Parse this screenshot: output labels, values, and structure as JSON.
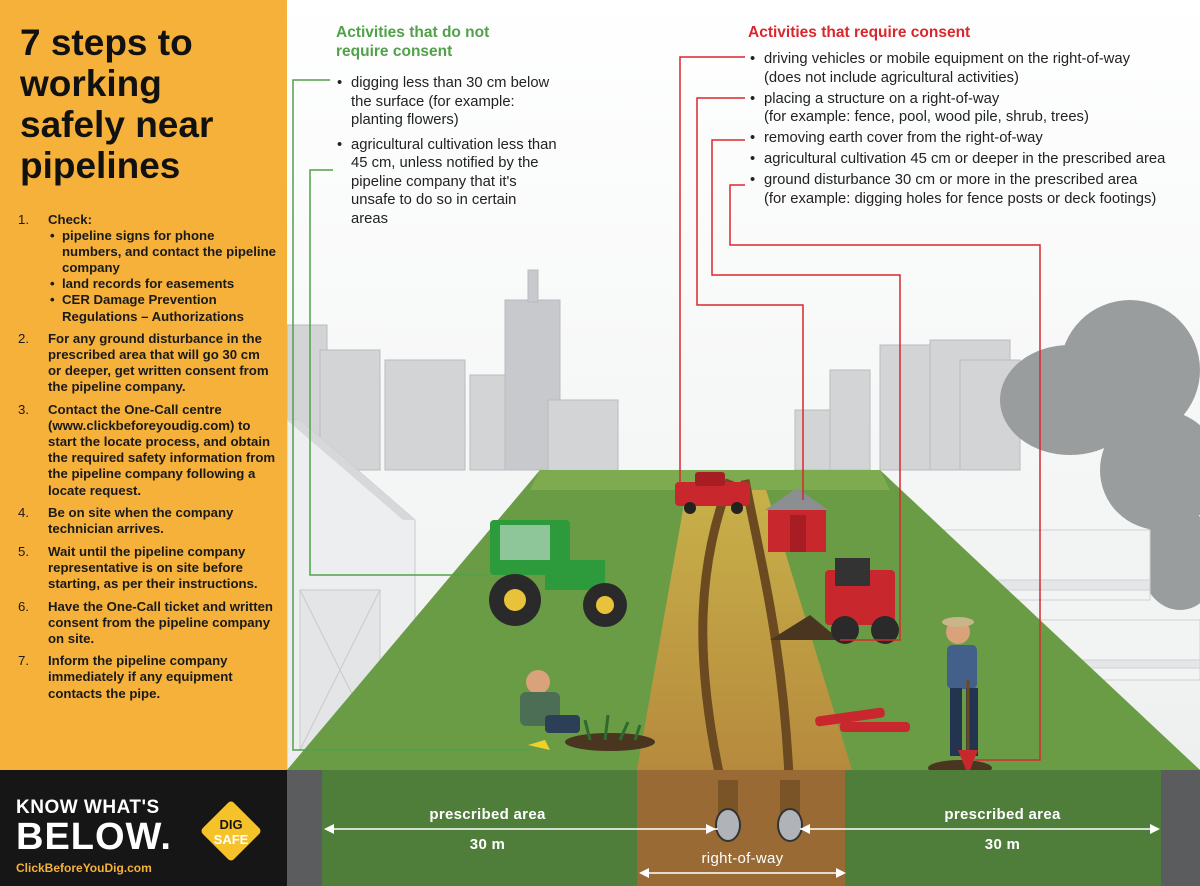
{
  "sidebar": {
    "title_lines": [
      "7 steps to",
      "working",
      "safely near",
      "pipelines"
    ],
    "steps": [
      {
        "num": "1.",
        "text": "Check:",
        "bullets": [
          "pipeline signs for phone numbers, and contact the pipeline company",
          "land records for easements",
          "CER Damage Prevention Regulations – Authorizations"
        ]
      },
      {
        "num": "2.",
        "text": "For any ground disturbance in the prescribed area that will go 30 cm or deeper, get written consent from the pipeline company."
      },
      {
        "num": "3.",
        "text": "Contact the One-Call centre (www.clickbeforeyoudig.com) to start the locate process, and obtain the required safety information from the pipeline company following a locate request."
      },
      {
        "num": "4.",
        "text": "Be on site when the company technician arrives."
      },
      {
        "num": "5.",
        "text": "Wait until the pipeline company representative is on site before starting, as per their instructions."
      },
      {
        "num": "6.",
        "text": "Have the One-Call ticket and written consent from the pipeline company on site."
      },
      {
        "num": "7.",
        "text": "Inform the pipeline company immediately if any equipment contacts the pipe."
      }
    ],
    "banner": {
      "line1": "KNOW WHAT'S",
      "line2": "BELOW.",
      "url": "ClickBeforeYouDig.com"
    },
    "logo": {
      "line1": "DIG",
      "line2": "SAFE"
    }
  },
  "no_consent": {
    "heading": "Activities that do not require consent",
    "items": [
      "digging less than 30 cm below the surface (for example: planting flowers)",
      "agricultural cultivation less than 45 cm, unless notified by the pipeline company that it's unsafe to do so in certain areas"
    ]
  },
  "consent": {
    "heading": "Activities that require consent",
    "items": [
      {
        "main": "driving vehicles or mobile equipment on the right-of-way",
        "sub": "(does not include agricultural activities)"
      },
      {
        "main": "placing a structure on a right-of-way",
        "sub": "(for example: fence, pool, wood pile, shrub, trees)"
      },
      {
        "main": "removing earth cover from the right-of-way",
        "sub": ""
      },
      {
        "main": "agricultural cultivation 45 cm or deeper in the prescribed area",
        "sub": ""
      },
      {
        "main": "ground disturbance 30 cm or more in the prescribed area",
        "sub": "(for example: digging holes for fence posts or deck footings)"
      }
    ]
  },
  "zones": {
    "left_name": "prescribed area",
    "left_width": "30 m",
    "right_name": "prescribed area",
    "right_width": "30 m",
    "row_label": "right-of-way"
  },
  "colors": {
    "accent": "#f6b13a",
    "green": "#52a04a",
    "red": "#d9272e",
    "field_green": "#6a9c46",
    "band_green": "#4f7d3a",
    "row_brown": "#9a6a35"
  }
}
